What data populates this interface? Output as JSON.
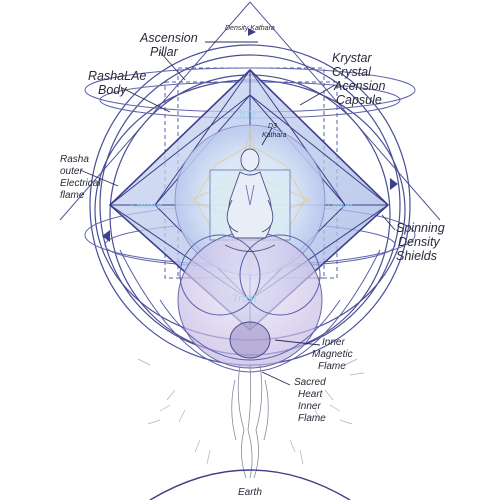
{
  "labels": {
    "density_kathara": "Density Kathara",
    "ascension_pillar": [
      "Ascension",
      "Pillar"
    ],
    "rashalae_body": [
      "RashaLAe",
      "Body"
    ],
    "krystar_capsule": [
      "Krystar",
      "Crystal",
      "Acension",
      "Capsule"
    ],
    "rasha_outer_flame": [
      "Rasha",
      "outer",
      "Electrical",
      "flame"
    ],
    "d3_kathara": [
      "D3",
      "Kathara"
    ],
    "spinning_density_shields": [
      "Spinning",
      "Density",
      "Shields"
    ],
    "inner_magnetic_flame": [
      "Inner",
      "Magnetic",
      "Flame"
    ],
    "sacred_heart_flame": [
      "Sacred",
      "Heart",
      "Inner",
      "Flame"
    ],
    "earth": "Earth"
  },
  "inner_words": {
    "joy": "Joy",
    "trust": "Trust",
    "left_wing": "Gentleness",
    "right_wing": "Gratitude"
  },
  "colors": {
    "line_dark": "#3c3f8a",
    "line_mid": "#5a5fa8",
    "diamond_fill": "#b7c6ec",
    "inner_fill": "#d7e6f6",
    "trust_fill": "#c8c1e6",
    "flame_gray": "#8a8a9a",
    "word_cyan": "#9fd6ee"
  }
}
